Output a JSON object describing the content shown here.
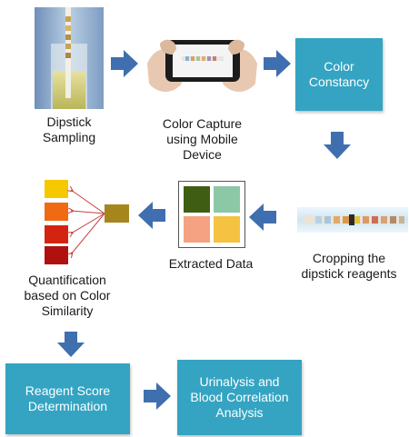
{
  "steps": {
    "dipstick_sampling": "Dipstick\nSampling",
    "color_capture": "Color Capture\nusing Mobile\nDevice",
    "color_constancy": "Color\nConstancy",
    "cropping": "Cropping the\ndipstick reagents",
    "extracted_data": "Extracted Data",
    "quantification": "Quantification\nbased on Color\nSimilarity",
    "reagent_score": "Reagent Score\nDetermination",
    "urinalysis": "Urinalysis and\nBlood Correlation\nAnalysis"
  },
  "colors": {
    "accent_teal": "#34a4c2",
    "arrow_blue": "#3f6fae",
    "extracted_tiles": [
      "#3f5e14",
      "#8cc7a6",
      "#f4a282",
      "#f5c242"
    ],
    "swatches": [
      "#f7c800",
      "#ef6a12",
      "#d42410",
      "#b01010"
    ],
    "sample_color": "#a5861c"
  },
  "icons": {
    "arrows": "right-arrow / down-arrow / left-arrow"
  }
}
